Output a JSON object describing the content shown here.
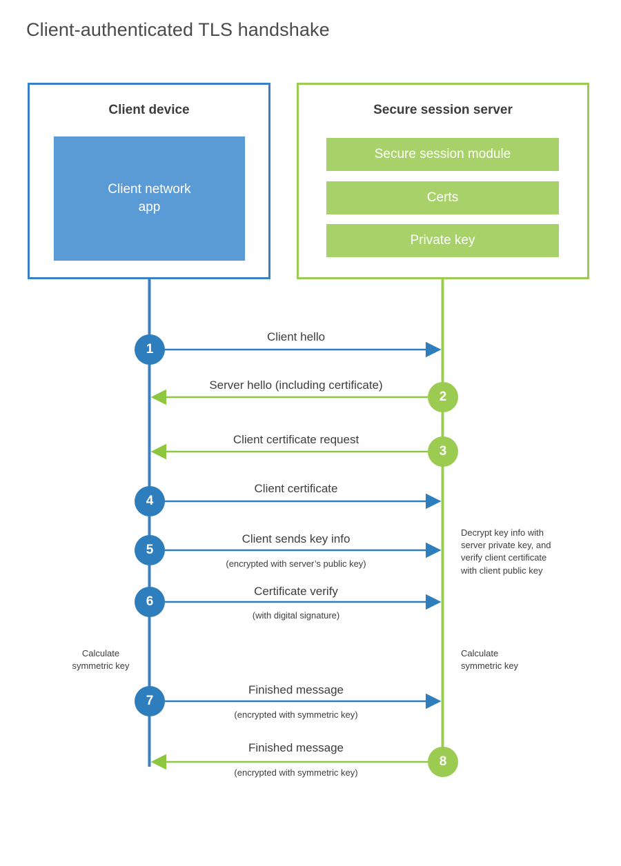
{
  "title": "Client-authenticated TLS handshake",
  "colors": {
    "client_accent": "#3b7fc4",
    "client_circle": "#2e7ebd",
    "client_app_fill": "#5b9bd5",
    "server_accent": "#9ccb52",
    "server_bar_fill": "#a8d269",
    "text": "#3d3d3d",
    "title": "#4a4a4a",
    "background": "#ffffff"
  },
  "client": {
    "title": "Client device",
    "app_label": "Client network\napp",
    "app_label_line1": "Client network",
    "app_label_line2": "app",
    "lifeline_note": "Calculate\nsymmetric key",
    "lifeline_note_line1": "Calculate",
    "lifeline_note_line2": "symmetric key"
  },
  "server": {
    "title": "Secure session server",
    "components": [
      {
        "label": "Secure session module"
      },
      {
        "label": "Certs"
      },
      {
        "label": "Private key"
      }
    ],
    "lifeline_note_line1": "Calculate",
    "lifeline_note_line2": "symmetric key",
    "processing_note_line1": "Decrypt key info with",
    "processing_note_line2": "server private key, and",
    "processing_note_line3": "verify client certificate",
    "processing_note_line4": "with client public key"
  },
  "steps": [
    {
      "number": "1",
      "label": "Client hello",
      "sublabel": "",
      "direction": "client-to-server",
      "origin": "client"
    },
    {
      "number": "2",
      "label": "Server hello (including certificate)",
      "sublabel": "",
      "direction": "server-to-client",
      "origin": "server"
    },
    {
      "number": "3",
      "label": "Client certificate request",
      "sublabel": "",
      "direction": "server-to-client",
      "origin": "server"
    },
    {
      "number": "4",
      "label": "Client certificate",
      "sublabel": "",
      "direction": "client-to-server",
      "origin": "client"
    },
    {
      "number": "5",
      "label": "Client sends key info",
      "sublabel": "(encrypted with server’s public key)",
      "direction": "client-to-server",
      "origin": "client"
    },
    {
      "number": "6",
      "label": "Certificate verify",
      "sublabel": "(with digital signature)",
      "direction": "client-to-server",
      "origin": "client"
    },
    {
      "number": "7",
      "label": "Finished message",
      "sublabel": "(encrypted with symmetric key)",
      "direction": "client-to-server",
      "origin": "client"
    },
    {
      "number": "8",
      "label": "Finished message",
      "sublabel": "(encrypted with symmetric key)",
      "direction": "server-to-client",
      "origin": "server"
    }
  ]
}
